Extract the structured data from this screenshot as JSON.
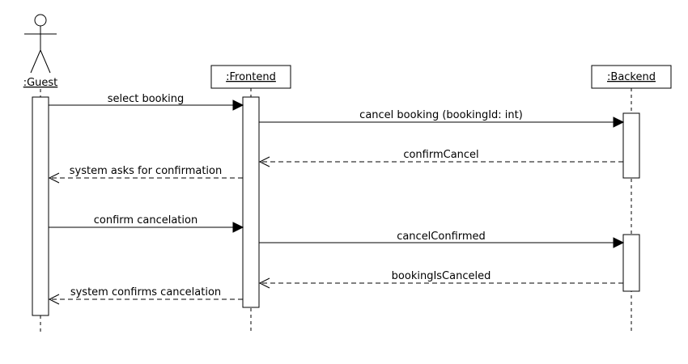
{
  "participants": {
    "guest": ":Guest",
    "frontend": ":Frontend",
    "backend": ":Backend"
  },
  "messages": [
    {
      "label": "select booking",
      "kind": "call"
    },
    {
      "label": "cancel booking (bookingId: int)",
      "kind": "call"
    },
    {
      "label": "confirmCancel",
      "kind": "return"
    },
    {
      "label": "system asks for confirmation",
      "kind": "return"
    },
    {
      "label": "confirm cancelation",
      "kind": "call"
    },
    {
      "label": "cancelConfirmed",
      "kind": "call"
    },
    {
      "label": "bookingIsCanceled",
      "kind": "return"
    },
    {
      "label": "system confirms cancelation",
      "kind": "return"
    }
  ]
}
